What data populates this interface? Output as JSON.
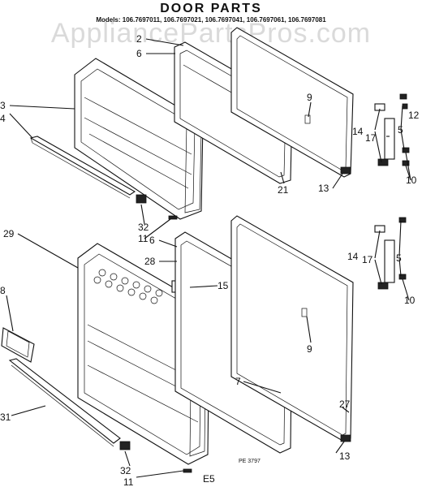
{
  "title": "DOOR PARTS",
  "models": "Models: 106.7697011, 106.7697021, 106.7697041, 106.7697061, 106.7697081",
  "watermark": "AppliancePartsPros.com",
  "ref_code": "PE 3797",
  "sheet": "E5",
  "callouts": {
    "c2": "2",
    "c6a": "6",
    "c3": "3",
    "c4": "4",
    "c9a": "9",
    "c12": "12",
    "c14a": "14",
    "c17a": "17",
    "c5a": "5",
    "c10a": "10",
    "c21": "21",
    "c13a": "13",
    "c32a": "32",
    "c11a": "11",
    "c29": "29",
    "c6b": "6",
    "c28": "28",
    "c15": "15",
    "c14b": "14",
    "c17b": "17",
    "c5b": "5",
    "c10b": "10",
    "c8": "8",
    "c9b": "9",
    "c7": "7",
    "c27": "27",
    "c31": "31",
    "c13b": "13",
    "c32b": "32",
    "c11b": "11"
  }
}
